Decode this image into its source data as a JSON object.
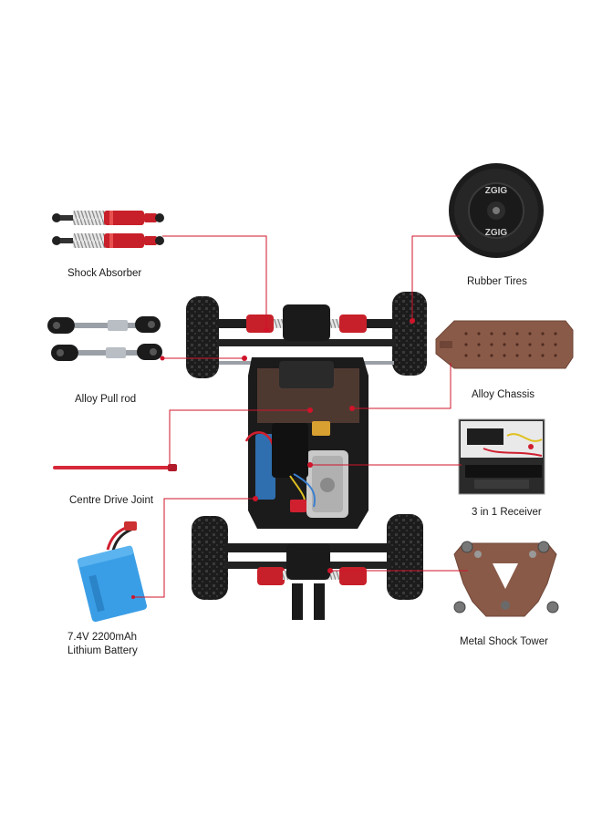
{
  "diagram": {
    "parts": [
      {
        "id": "shock",
        "lines": [
          "Shock Absorber"
        ]
      },
      {
        "id": "pullrod",
        "lines": [
          "Alloy Pull rod"
        ]
      },
      {
        "id": "drive",
        "lines": [
          "Centre Drive Joint"
        ]
      },
      {
        "id": "battery",
        "lines": [
          "7.4V 2200mAh",
          "Lithium Battery"
        ]
      },
      {
        "id": "tires",
        "lines": [
          "Rubber Tires"
        ]
      },
      {
        "id": "chassis",
        "lines": [
          "Alloy Chassis"
        ]
      },
      {
        "id": "receiver",
        "lines": [
          "3 in 1 Receiver"
        ]
      },
      {
        "id": "tower",
        "lines": [
          "Metal Shock Tower"
        ]
      }
    ],
    "tire_brand_text": "ZGIG",
    "colors": {
      "leader_line": "#d0142a",
      "anodized_red": "#c8202a",
      "battery_blue": "#3a9ee6",
      "chassis_copper": "#8a5a48",
      "tire_black": "#1c1c1c"
    }
  }
}
